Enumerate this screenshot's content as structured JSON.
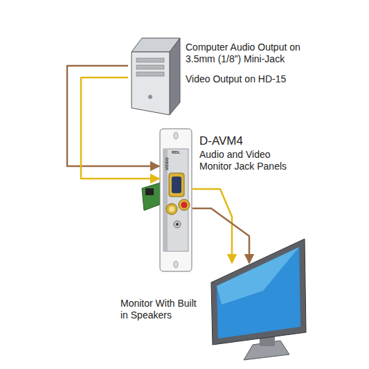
{
  "diagram": {
    "nodes": [
      {
        "text": [
          "Computer Audio Output on 3.5mm (1/8”) Mini-Jack",
          "Video Output on HD-15"
        ]
      },
      {
        "text": [
          "D-AVM4",
          "Audio and Video Monitor Jack Panels"
        ]
      },
      {
        "text": [
          "Monitor With Built in Speakers"
        ]
      }
    ],
    "edges": [
      {
        "from": 0,
        "to": 1,
        "arrow": "to"
      },
      {
        "from": 0,
        "to": 1,
        "arrow": "to"
      },
      {
        "from": 1,
        "to": 2,
        "arrow": "to"
      },
      {
        "from": 1,
        "to": 2,
        "arrow": "to"
      }
    ],
    "labels": [
      "RDL",
      "VIDEO"
    ]
  }
}
